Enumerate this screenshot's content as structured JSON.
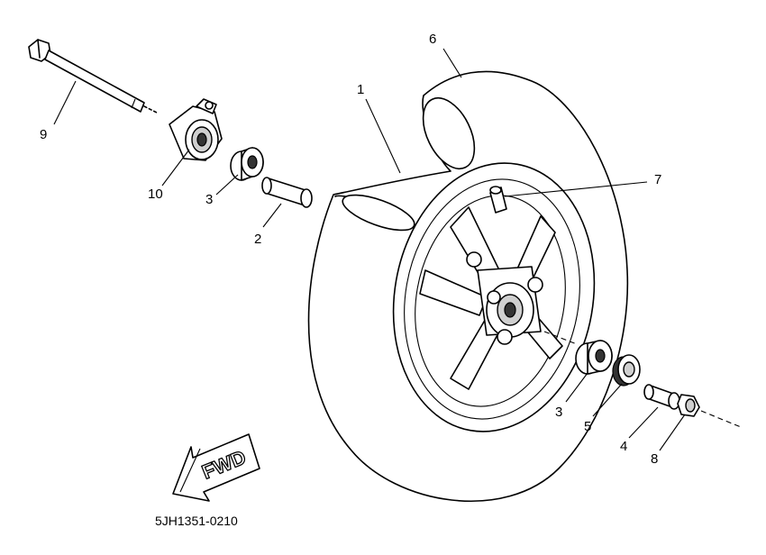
{
  "diagram_code": "5JH1351-0210",
  "fwd_label": "FWD",
  "callouts": [
    {
      "id": "c1",
      "text": "1"
    },
    {
      "id": "c2",
      "text": "2"
    },
    {
      "id": "c3a",
      "text": "3"
    },
    {
      "id": "c3b",
      "text": "3"
    },
    {
      "id": "c4",
      "text": "4"
    },
    {
      "id": "c5",
      "text": "5"
    },
    {
      "id": "c6",
      "text": "6"
    },
    {
      "id": "c7",
      "text": "7"
    },
    {
      "id": "c8",
      "text": "8"
    },
    {
      "id": "c9",
      "text": "9"
    },
    {
      "id": "c10",
      "text": "10"
    }
  ]
}
